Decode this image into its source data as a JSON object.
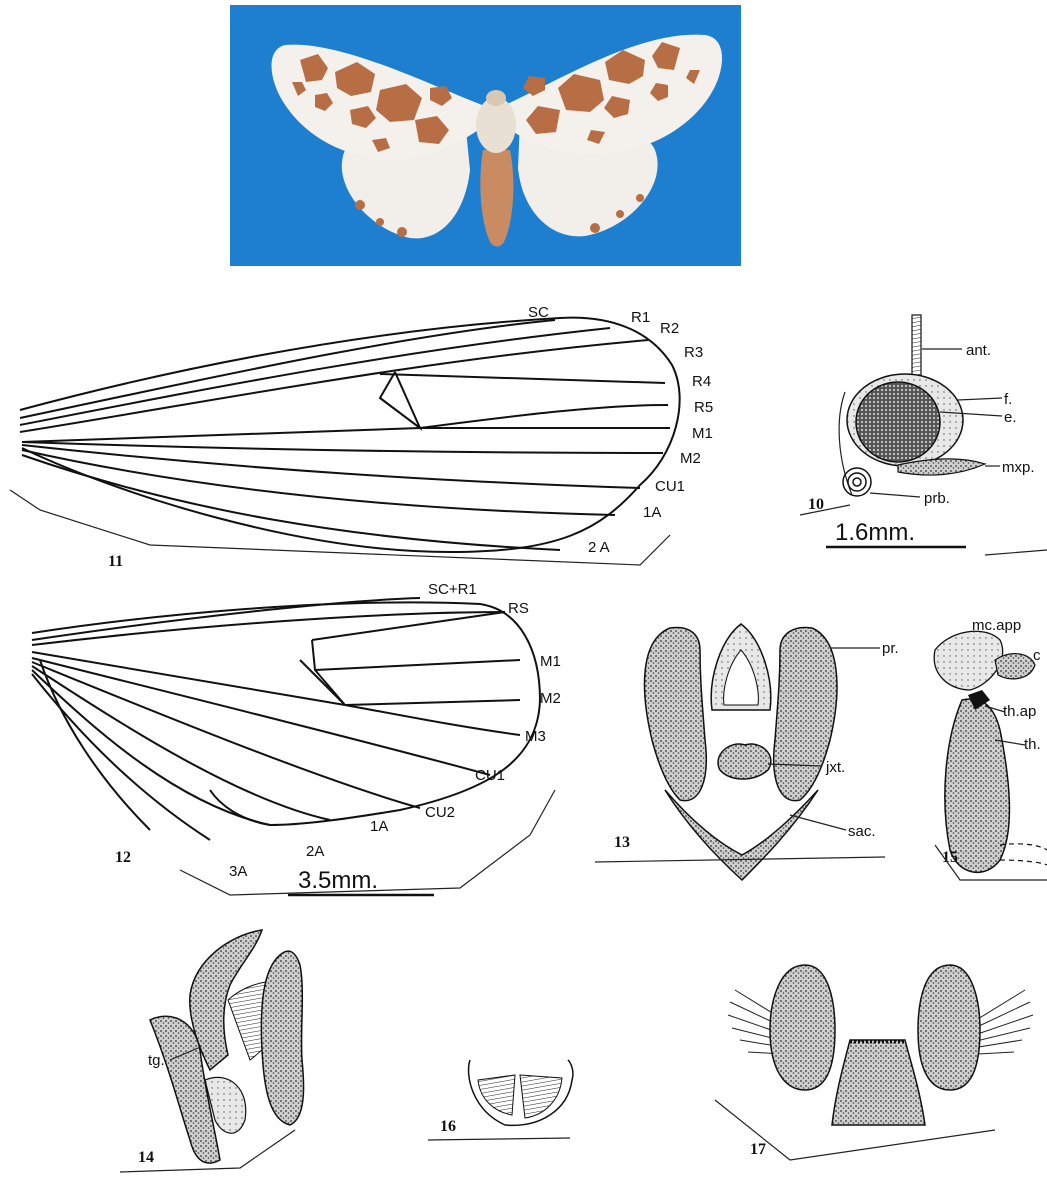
{
  "colors": {
    "photo_background": "#1e7fd0",
    "wing_white": "#f4f1ec",
    "wing_mark_brown": "#b86e45",
    "ink": "#111111",
    "stipple": "#444444"
  },
  "figure11": {
    "number": "11",
    "veins": [
      "SC",
      "R1",
      "R2",
      "R3",
      "R4",
      "R5",
      "M1",
      "M2",
      "CU1",
      "1A",
      "2 A"
    ]
  },
  "figure10": {
    "number": "10",
    "labels": [
      "ant.",
      "f.",
      "e.",
      "mxp.",
      "prb."
    ],
    "scale": "1.6mm."
  },
  "figure12": {
    "number": "12",
    "veins": [
      "SC+R1",
      "RS",
      "M1",
      "M2",
      "M3",
      "CU1",
      "CU2",
      "1A",
      "2A",
      "3A"
    ],
    "scale": "3.5mm."
  },
  "figure13": {
    "number": "13",
    "labels": [
      "pr.",
      "jxt.",
      "sac."
    ]
  },
  "figure15": {
    "number": "15",
    "labels": [
      "mc.app",
      "c",
      "th.ap",
      "th."
    ]
  },
  "figure14": {
    "number": "14",
    "labels": [
      "tg."
    ]
  },
  "figure16": {
    "number": "16"
  },
  "figure17": {
    "number": "17"
  }
}
